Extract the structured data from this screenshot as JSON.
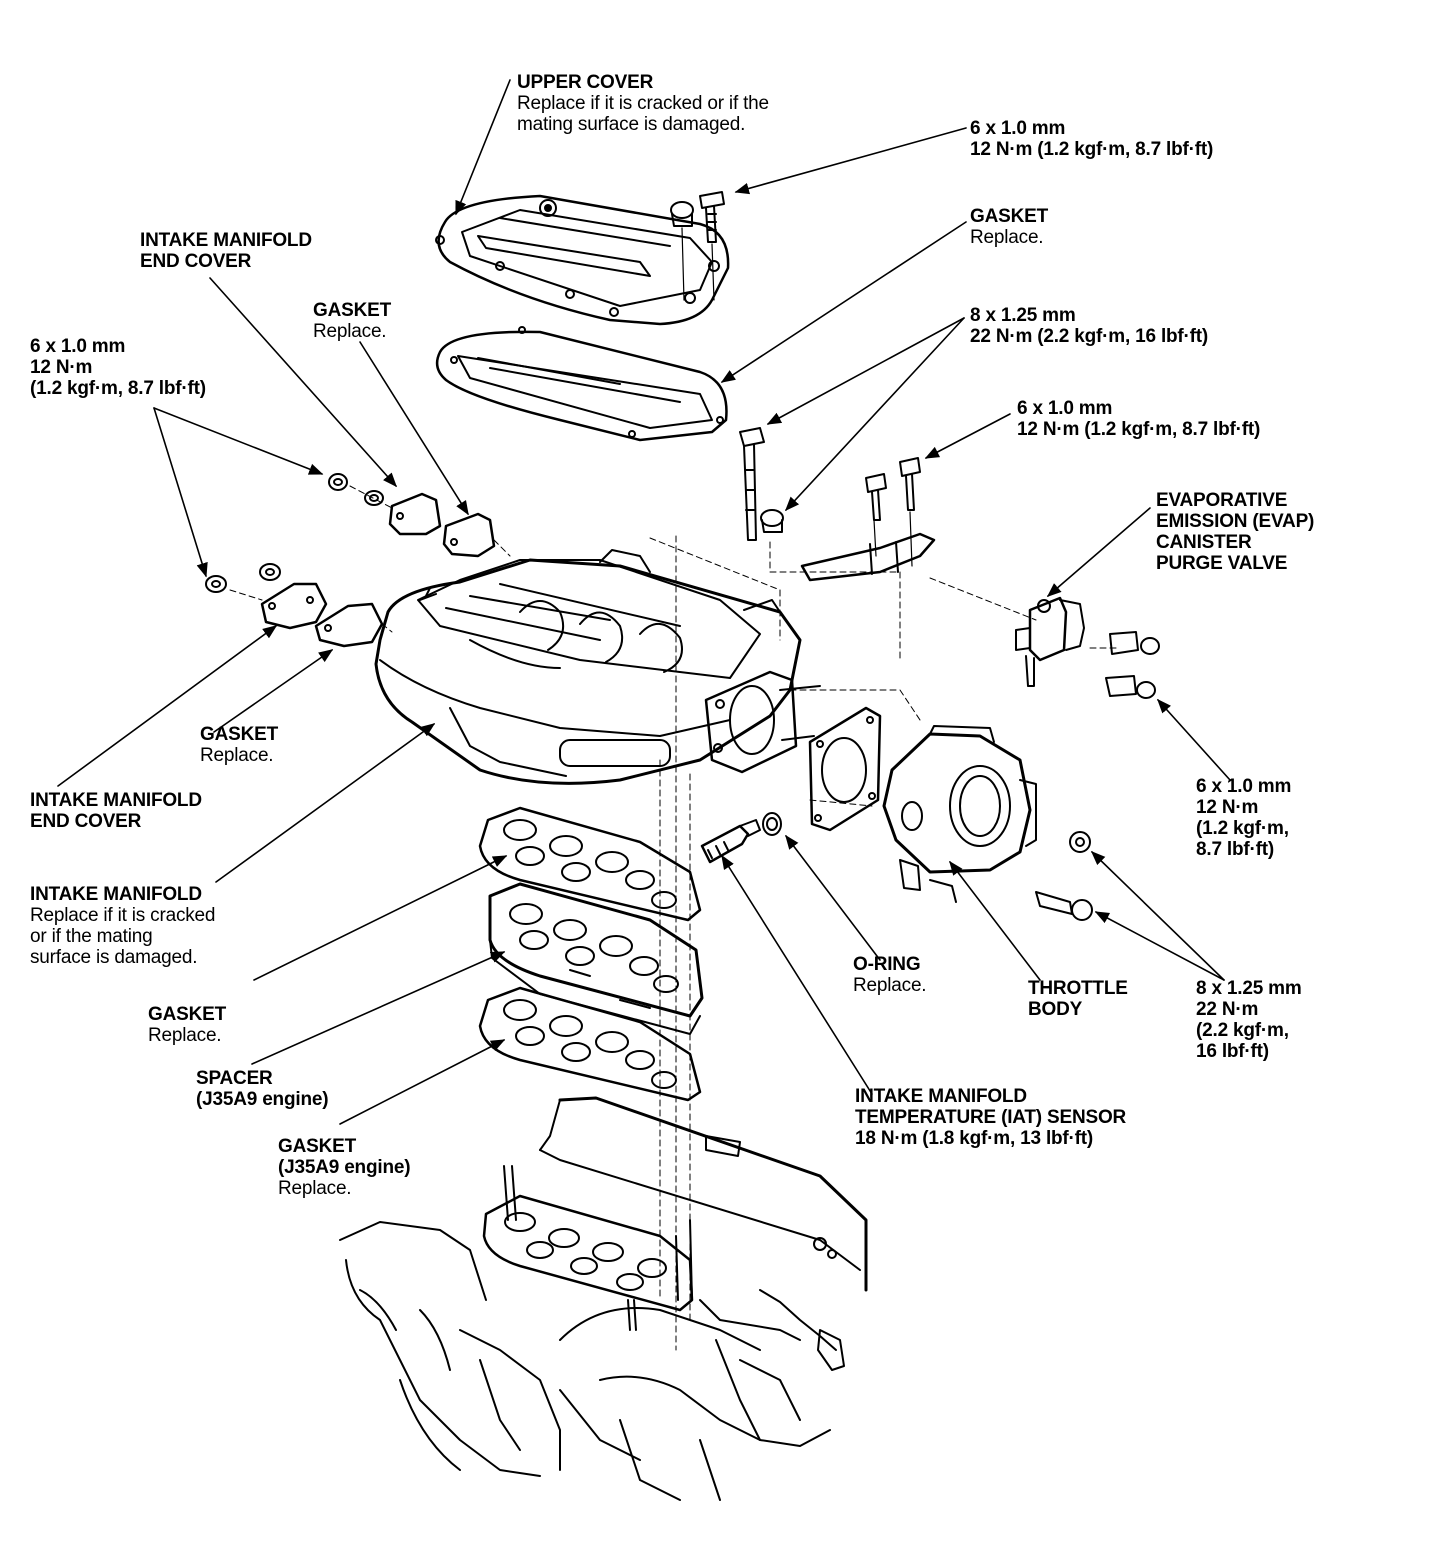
{
  "colors": {
    "ink": "#000000",
    "paper": "#ffffff"
  },
  "callouts": {
    "upper_cover": {
      "title": "UPPER COVER",
      "note": [
        "Replace if it is cracked or if the",
        "mating surface is damaged."
      ]
    },
    "top_bolt_spec": {
      "title": [
        "6 x 1.0 mm",
        "12 N·m (1.2 kgf·m, 8.7 lbf·ft)"
      ]
    },
    "gasket_top_right": {
      "title": "GASKET",
      "note": [
        "Replace."
      ]
    },
    "end_cover_top": {
      "title": [
        "INTAKE MANIFOLD",
        "END COVER"
      ]
    },
    "gasket_mid_left": {
      "title": "GASKET",
      "note": [
        "Replace."
      ]
    },
    "left_bolt_spec": {
      "title": [
        "6 x 1.0 mm",
        "12 N·m",
        "(1.2 kgf·m, 8.7 lbf·ft)"
      ]
    },
    "bolt_8_upper": {
      "title": [
        "8 x 1.25 mm",
        "22 N·m (2.2 kgf·m, 16 lbf·ft)"
      ]
    },
    "bolt_6_mid_right": {
      "title": [
        "6 x 1.0 mm",
        "12 N·m (1.2 kgf·m, 8.7 lbf·ft)"
      ]
    },
    "evap_valve": {
      "title": [
        "EVAPORATIVE",
        "EMISSION (EVAP)",
        "CANISTER",
        "PURGE VALVE"
      ]
    },
    "gasket_end_cover": {
      "title": "GASKET",
      "note": [
        "Replace."
      ]
    },
    "end_cover_bottom": {
      "title": [
        "INTAKE MANIFOLD",
        "END COVER"
      ]
    },
    "bolt_6_right": {
      "title": [
        "6 x 1.0 mm",
        "12 N·m",
        "(1.2 kgf·m,",
        "8.7 lbf·ft)"
      ]
    },
    "intake_manifold": {
      "title": "INTAKE MANIFOLD",
      "note": [
        "Replace if it is cracked",
        "or if the mating",
        "surface is damaged."
      ]
    },
    "o_ring": {
      "title": "O-RING",
      "note": [
        "Replace."
      ]
    },
    "throttle_body": {
      "title": [
        "THROTTLE",
        "BODY"
      ]
    },
    "bolt_8_right": {
      "title": [
        "8 x 1.25 mm",
        "22 N·m",
        "(2.2 kgf·m,",
        "16 lbf·ft)"
      ]
    },
    "gasket_lower": {
      "title": "GASKET",
      "note": [
        "Replace."
      ]
    },
    "spacer": {
      "title": [
        "SPACER",
        "(J35A9 engine)"
      ]
    },
    "gasket_j35a9": {
      "title": [
        "GASKET",
        "(J35A9 engine)"
      ],
      "note": [
        "Replace."
      ]
    },
    "iat_sensor": {
      "title": [
        "INTAKE MANIFOLD",
        "TEMPERATURE (IAT) SENSOR",
        "18 N·m (1.8 kgf·m, 13 lbf·ft)"
      ]
    }
  },
  "components": [
    "upper-cover",
    "upper-gasket",
    "intake-manifold",
    "end-cover-left",
    "end-cover-right",
    "end-cover-gasket-left",
    "end-cover-gasket-right",
    "manifold-gasket",
    "spacer",
    "spacer-gasket",
    "throttle-body",
    "throttle-gasket",
    "evap-purge-valve",
    "iat-sensor",
    "o-ring",
    "engine-block"
  ]
}
